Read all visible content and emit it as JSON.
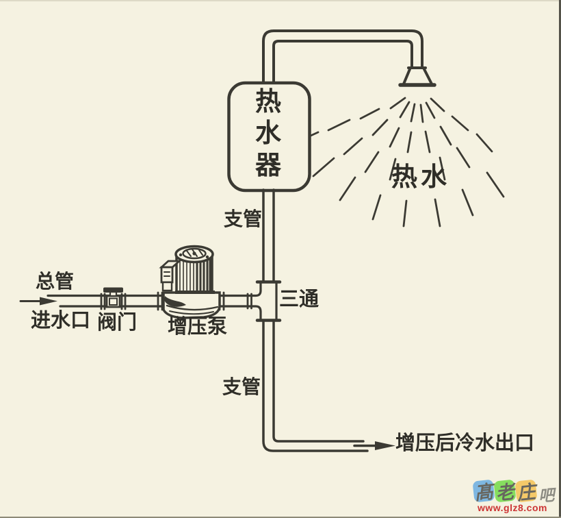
{
  "diagram": {
    "labels": {
      "heater": "热水器",
      "hot_water": "热水",
      "branch_pipe_upper": "支管",
      "branch_pipe_lower": "支管",
      "main_pipe": "总管",
      "inlet": "进水口",
      "valve": "阀门",
      "booster_pump": "增压泵",
      "tee": "三通",
      "outlet": "增压后冷水出口"
    },
    "colors": {
      "background": "#f5f2e1",
      "line": "#3b3a33"
    }
  },
  "watermark": {
    "blocks": [
      {
        "char": "髙",
        "bg": "#74b2e2"
      },
      {
        "char": "老",
        "bg": "#7ddd55"
      },
      {
        "char": "庄",
        "bg": "#f4c65f"
      }
    ],
    "suffix": "吧",
    "url": "www.glz8.com",
    "url_color": "#cc3434",
    "char_color": "#5c5b55"
  }
}
